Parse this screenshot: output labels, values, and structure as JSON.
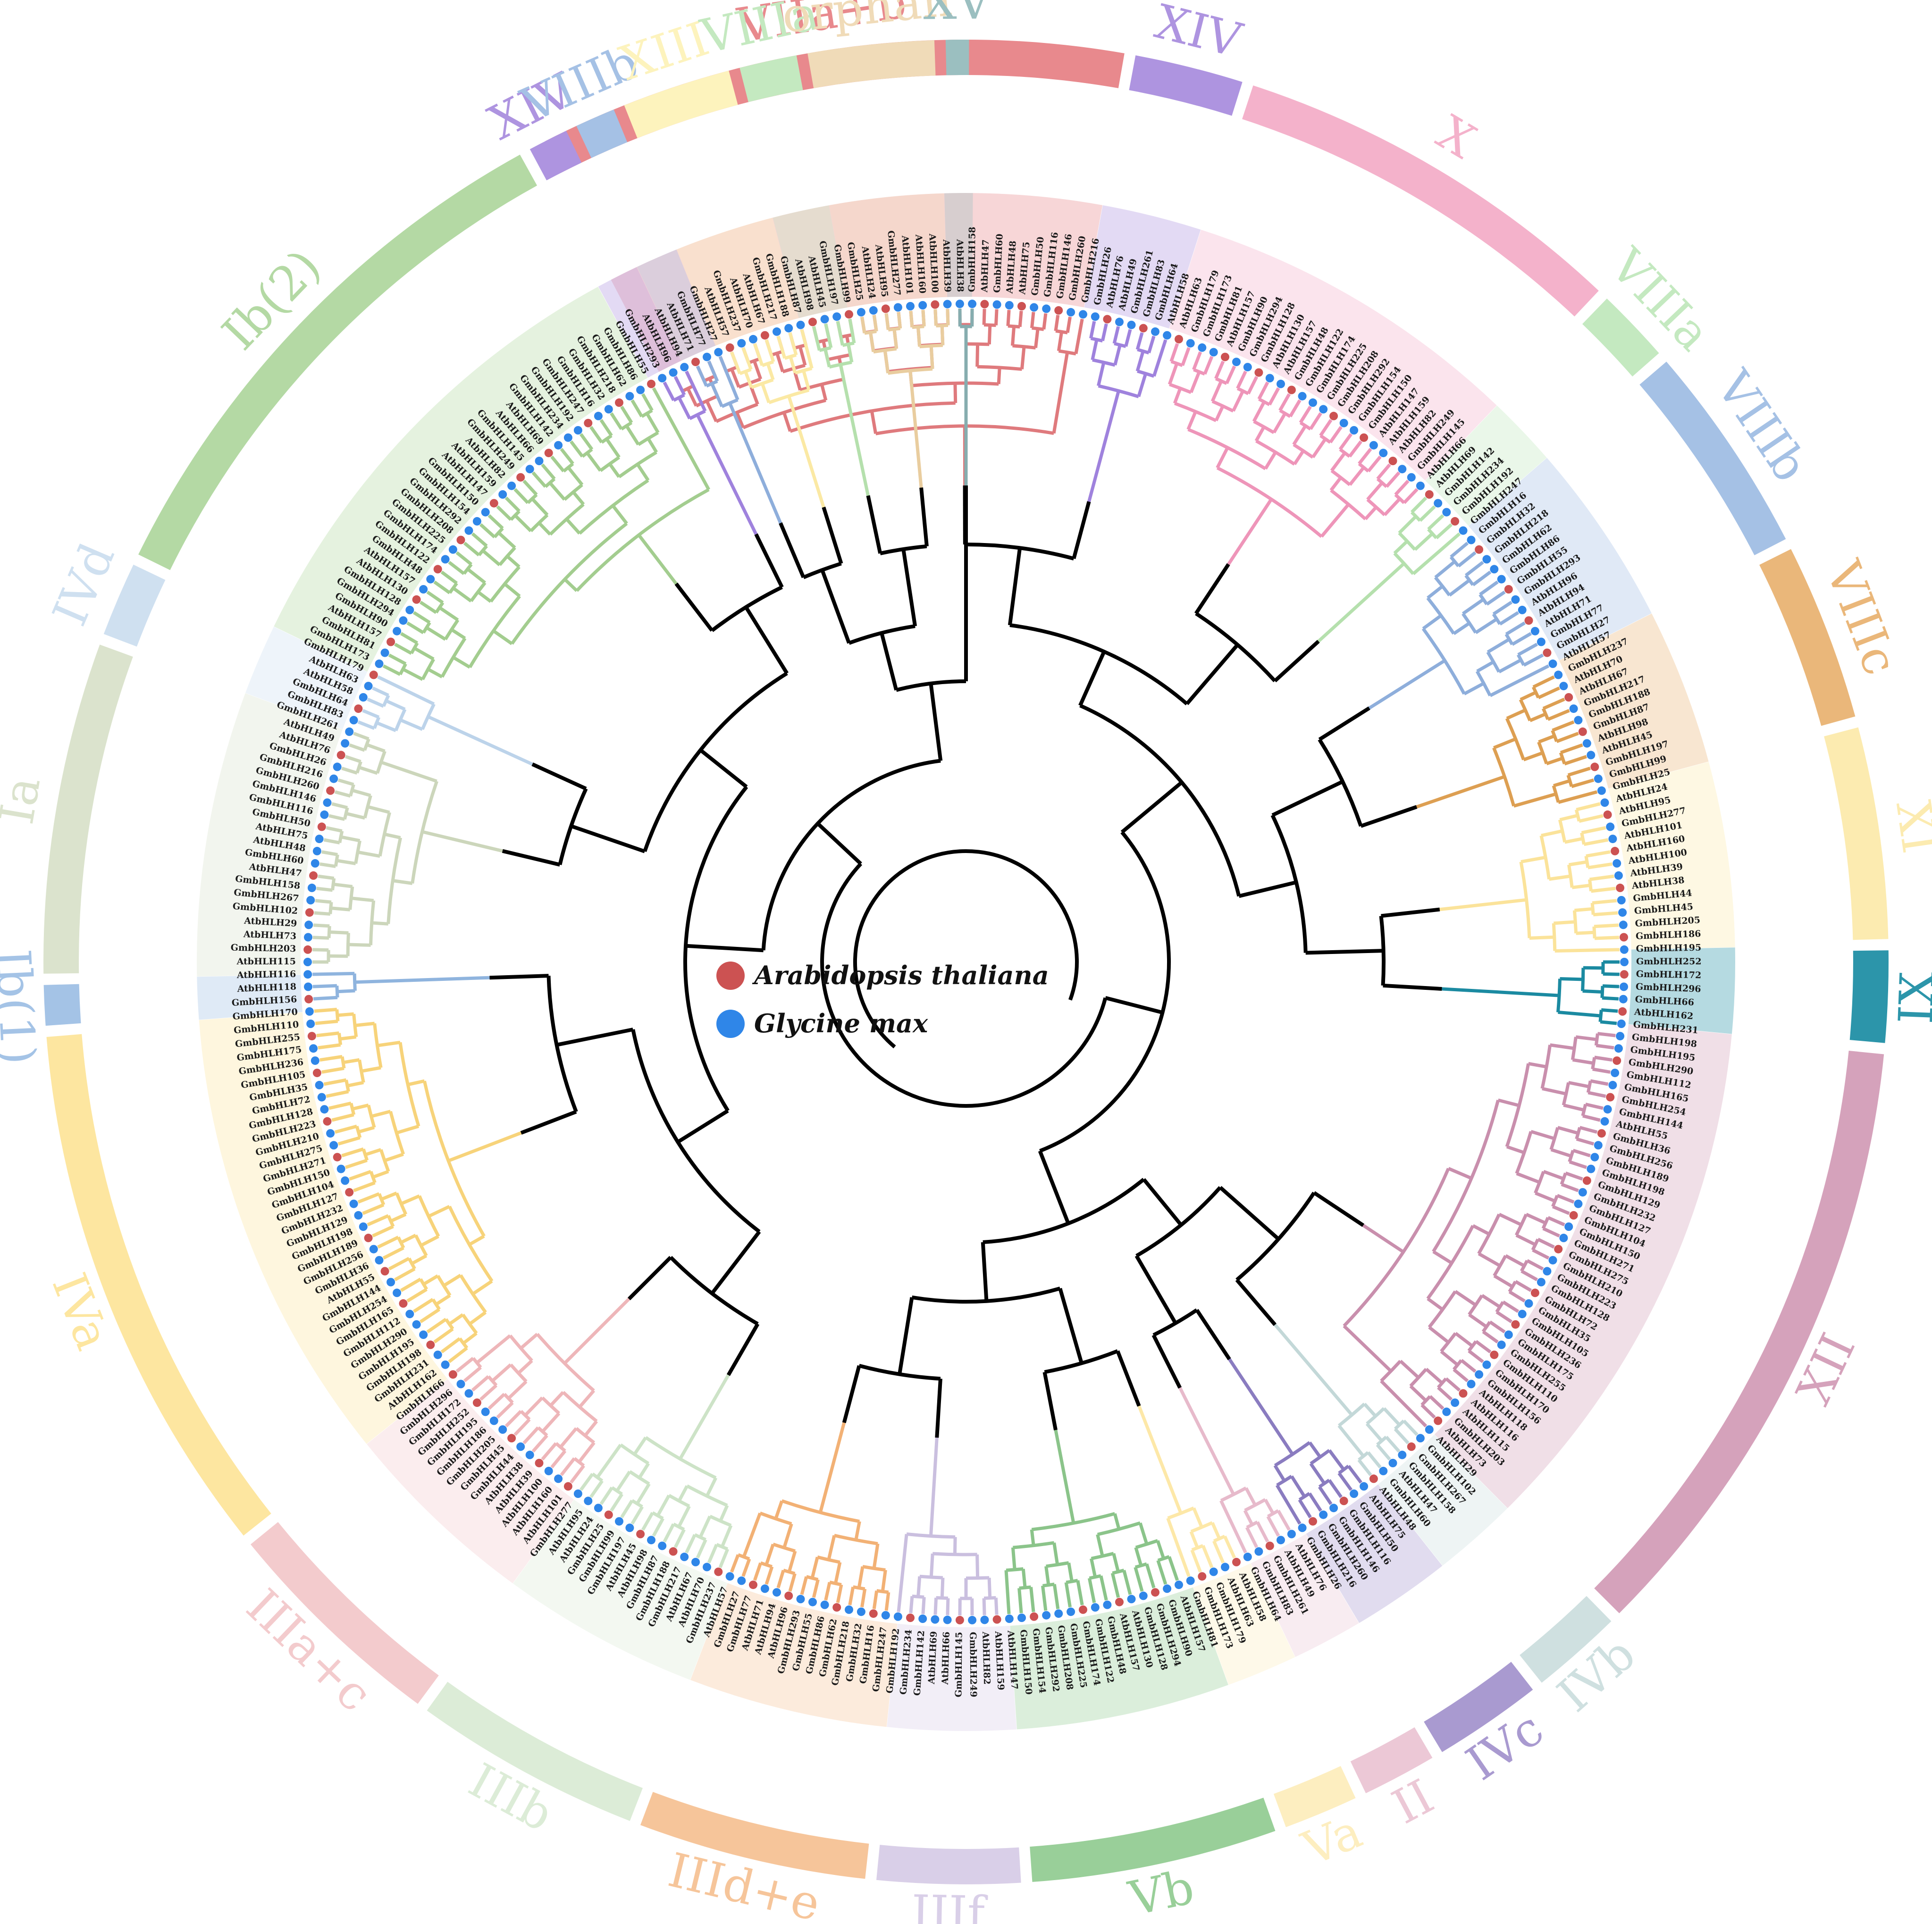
{
  "clades": [
    {
      "label": "VIIa+b",
      "color": "#e8898d",
      "start": -25.5,
      "end": 8.5
    },
    {
      "label": "XIV",
      "color": "#ae94e0",
      "start": 9.5,
      "end": 15.5
    },
    {
      "label": "X",
      "color": "#f4b2cb",
      "start": 16.5,
      "end": 39.5
    },
    {
      "label": "VIIIa",
      "color": "#c4e9c0",
      "start": 40.5,
      "end": 44.5
    },
    {
      "label": "VIIIb",
      "color": "#a5c1e5",
      "start": 45.5,
      "end": 57.5
    },
    {
      "label": "VIIIc",
      "color": "#eab77a",
      "start": 58.5,
      "end": 68.5
    },
    {
      "label": "XI",
      "color": "#fcebb0",
      "start": 69.5,
      "end": 81.5
    },
    {
      "label": "IX",
      "color": "#2c95aa",
      "start": 82.5,
      "end": 87.5
    },
    {
      "label": "XII",
      "color": "#d5a2bb",
      "start": 88.5,
      "end": 124.5
    },
    {
      "label": "IVb",
      "color": "#cfe0e0",
      "start": 125.5,
      "end": 130.5
    },
    {
      "label": "IVc",
      "color": "#a99ad0",
      "start": 131.5,
      "end": 137.5
    },
    {
      "label": "II",
      "color": "#ecc8d6",
      "start": 138.5,
      "end": 142.5
    },
    {
      "label": "Va",
      "color": "#fdeec0",
      "start": 143.5,
      "end": 147.5
    },
    {
      "label": "Vb",
      "color": "#99cf99",
      "start": 148.5,
      "end": 162.5
    },
    {
      "label": "IIIf",
      "color": "#d9cfe8",
      "start": 163.5,
      "end": 171.5
    },
    {
      "label": "IIId+e",
      "color": "#f6c59a",
      "start": 172.5,
      "end": 185.5
    },
    {
      "label": "IIIb",
      "color": "#dcecd7",
      "start": 186.5,
      "end": 199.5
    },
    {
      "label": "IIIa+c",
      "color": "#f3cbcd",
      "start": 200.5,
      "end": 213.5
    },
    {
      "label": "IVa",
      "color": "#fde6a0",
      "start": 214.5,
      "end": 245.5
    },
    {
      "label": "Ib(1)",
      "color": "#a4c3e6",
      "start": 246.5,
      "end": 248.5
    },
    {
      "label": "Ia",
      "color": "#dbe3cd",
      "start": 249.5,
      "end": 268.5
    },
    {
      "label": "IVd",
      "color": "#cfe0f0",
      "start": 269.5,
      "end": 273.5
    },
    {
      "label": "Ib(2)",
      "color": "#b4d9a4",
      "start": 274.5,
      "end": 306.5
    },
    {
      "label": "XIV",
      "color": "#ae94e0",
      "start": 307.5,
      "end": 309.5
    },
    {
      "label": "VIIIb",
      "color": "#a5c1e5",
      "start": 310.5,
      "end": 312.5
    },
    {
      "label": "XIII",
      "color": "#fdf3bd",
      "start": 313.5,
      "end": 319.5
    },
    {
      "label": "VIIIa",
      "color": "#c4e9c0",
      "start": 320.5,
      "end": 323.5
    },
    {
      "label": "orphan",
      "color": "#f0dbb8",
      "start": 324.5,
      "end": 331.5
    },
    {
      "label": "XV",
      "color": "#9bbfc0",
      "start": 332.5,
      "end": 333.5
    }
  ],
  "branch_colors": {
    "VIIa+b": "#df7a7d",
    "XIV": "#9f82dd",
    "X": "#ee95b9",
    "VIIIa": "#b5e0ad",
    "VIIIb": "#8eaedb",
    "VIIIc": "#dd9f52",
    "XI": "#fbe39a",
    "IX": "#1b8aa1",
    "XII": "#c98fad",
    "IVb": "#c3d8d8",
    "IVc": "#8a7cc0",
    "II": "#e7bacb",
    "Va": "#fde8a8",
    "Vb": "#8bc48a",
    "IIIf": "#cabfdf",
    "IIId+e": "#f2b175",
    "IIIb": "#cde3c7",
    "IIIa+c": "#eeb6b9",
    "IVa": "#f7d37a",
    "Ib(1)": "#8fb4de",
    "Ia": "#ccd6bb",
    "IVd": "#bcd3ea",
    "Ib(2)": "#a3cd8f",
    "XIII": "#fbe9a4",
    "orphan": "#e9cd9f",
    "XV": "#86adaf"
  },
  "legend": {
    "arabidopsis": {
      "label": "Arabidopsis thaliana",
      "color": "#cc5252"
    },
    "glycine": {
      "label": "Glycine max",
      "color": "#2f86e8"
    }
  },
  "leaf_samples": [
    "GmbHLH158",
    "AtbHLH47",
    "GmbHLH60",
    "AtbHLH48",
    "AtbHLH75",
    "GmbHLH50",
    "GmbHLH116",
    "GmbHLH146",
    "GmbHLH260",
    "GmbHLH216",
    "GmbHLH26",
    "AtbHLH76",
    "AtbHLH49",
    "GmbHLH261",
    "GmbHLH83",
    "GmbHLH64",
    "AtbHLH58",
    "AtbHLH63",
    "GmbHLH179",
    "GmbHLH173",
    "GmbHLH81",
    "AtbHLH157",
    "GmbHLH90",
    "GmbHLH294",
    "GmbHLH128",
    "AtbHLH130",
    "AtbHLH157",
    "GmbHLH48",
    "GmbHLH122",
    "GmbHLH174",
    "GmbHLH225",
    "GmbHLH208",
    "GmbHLH292",
    "GmbHLH154",
    "GmbHLH150",
    "AtbHLH147",
    "AtbHLH159",
    "AtbHLH82",
    "GmbHLH249",
    "GmbHLH145",
    "AtbHLH66",
    "AtbHLH69",
    "GmbHLH142",
    "GmbHLH234",
    "GmbHLH192",
    "GmbHLH247",
    "GmbHLH16",
    "GmbHLH32",
    "GmbHLH218",
    "GmbHLH62",
    "GmbHLH86",
    "GmbHLH55",
    "GmbHLH293",
    "AtbHLH96",
    "AtbHLH94",
    "AtbHLH71",
    "GmbHLH77",
    "GmbHLH27",
    "AtbHLH57",
    "GmbHLH237",
    "AtbHLH70",
    "AtbHLH67",
    "GmbHLH217",
    "GmbHLH188",
    "GmbHLH87",
    "AtbHLH98",
    "AtbHLH45",
    "GmbHLH197",
    "GmbHLH99",
    "GmbHLH25",
    "AtbHLH24",
    "AtbHLH95",
    "GmbHLH277",
    "AtbHLH101",
    "AtbHLH160",
    "AtbHLH100",
    "AtbHLH39",
    "AtbHLH38",
    "GmbHLH44",
    "GmbHLH45",
    "GmbHLH205",
    "GmbHLH186",
    "GmbHLH195",
    "GmbHLH252",
    "GmbHLH172",
    "GmbHLH296",
    "GmbHLH66",
    "AtbHLH162",
    "GmbHLH231",
    "GmbHLH198",
    "GmbHLH195",
    "GmbHLH290",
    "GmbHLH112",
    "GmbHLH165",
    "GmbHLH254",
    "GmbHLH144",
    "AtbHLH55",
    "GmbHLH36",
    "GmbHLH256",
    "GmbHLH189",
    "GmbHLH198",
    "GmbHLH129",
    "GmbHLH232",
    "GmbHLH127",
    "GmbHLH104",
    "GmbHLH150",
    "GmbHLH271",
    "GmbHLH275",
    "GmbHLH210",
    "GmbHLH223",
    "GmbHLH128",
    "GmbHLH72",
    "GmbHLH35",
    "GmbHLH105",
    "GmbHLH236",
    "GmbHLH175",
    "GmbHLH255",
    "GmbHLH110",
    "GmbHLH170",
    "GmbHLH156",
    "AtbHLH118",
    "AtbHLH116",
    "AtbHLH115",
    "GmbHLH203",
    "AtbHLH73",
    "AtbHLH29",
    "GmbHLH102",
    "GmbHLH267"
  ]
}
